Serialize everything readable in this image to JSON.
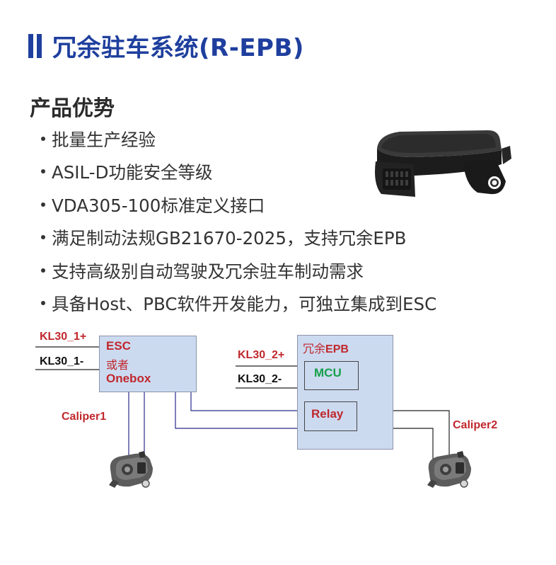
{
  "header": {
    "title": "冗余驻车系统(R-EPB)"
  },
  "advantages": {
    "heading": "产品优势",
    "items": [
      "批量生产经验",
      "ASIL-D功能安全等级",
      "VDA305-100标准定义接口",
      "满足制动法规GB21670-2025，支持冗余EPB",
      "支持高级别自动驾驶及冗余驻车制动需求",
      "具备Host、PBC软件开发能力，可独立集成到ESC"
    ]
  },
  "diagram": {
    "esc": {
      "line1": "ESC",
      "line2": "或者",
      "line3": "Onebox",
      "power_plus": "KL30_1+",
      "power_minus": "KL30_1-"
    },
    "epb": {
      "title_cn": "冗余",
      "title_en": "EPB",
      "mcu": "MCU",
      "relay": "Relay",
      "power_plus": "KL30_2+",
      "power_minus": "KL30_2-"
    },
    "caliper1": "Caliper1",
    "caliper2": "Caliper2",
    "colors": {
      "box_fill": "#ccdaf0",
      "red_label": "#c0282d",
      "mcu_green": "#15a04a",
      "wire_blue": "#2a2a8c",
      "title_blue": "#1f3f9e"
    }
  },
  "product_image": "R-EPB control unit housing (black)",
  "caliper_images": [
    "brake-caliper",
    "brake-caliper"
  ]
}
